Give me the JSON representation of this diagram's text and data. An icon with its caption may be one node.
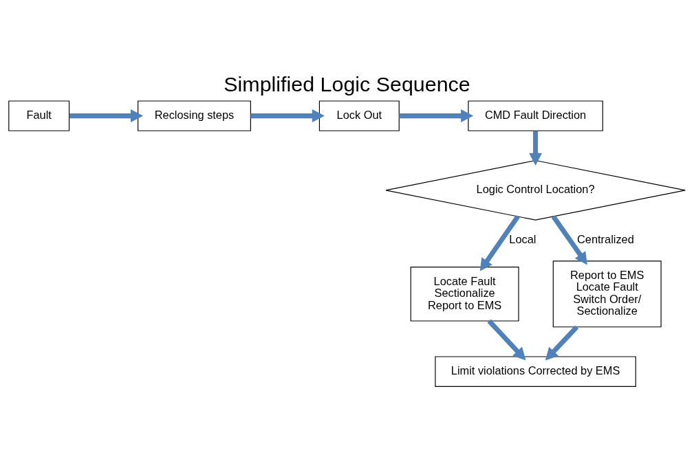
{
  "diagram": {
    "title": "Simplified Logic Sequence",
    "nodes": [
      {
        "text": [
          "Fault"
        ]
      },
      {
        "text": [
          "Reclosing steps"
        ]
      },
      {
        "text": [
          "Lock Out"
        ]
      },
      {
        "text": [
          "CMD Fault Direction"
        ]
      },
      {
        "text": [
          "Logic Control Location?"
        ]
      },
      {
        "text": [
          "Locate Fault",
          "Sectionalize",
          "Report to EMS"
        ]
      },
      {
        "text": [
          "Report to EMS",
          "Locate Fault",
          "Switch Order/",
          "Sectionalize"
        ]
      },
      {
        "text": [
          "Limit violations Corrected by EMS"
        ]
      }
    ],
    "edges": [
      {
        "from": 0,
        "to": 1,
        "arrow": "to"
      },
      {
        "from": 1,
        "to": 2,
        "arrow": "to"
      },
      {
        "from": 2,
        "to": 3,
        "arrow": "to"
      },
      {
        "from": 3,
        "to": 4,
        "arrow": "to"
      },
      {
        "from": 4,
        "to": 5,
        "arrow": "to",
        "label": "Local"
      },
      {
        "from": 4,
        "to": 6,
        "arrow": "to",
        "label": "Centralized"
      },
      {
        "from": 5,
        "to": 7,
        "arrow": "to"
      },
      {
        "from": 6,
        "to": 7,
        "arrow": "to"
      }
    ]
  }
}
